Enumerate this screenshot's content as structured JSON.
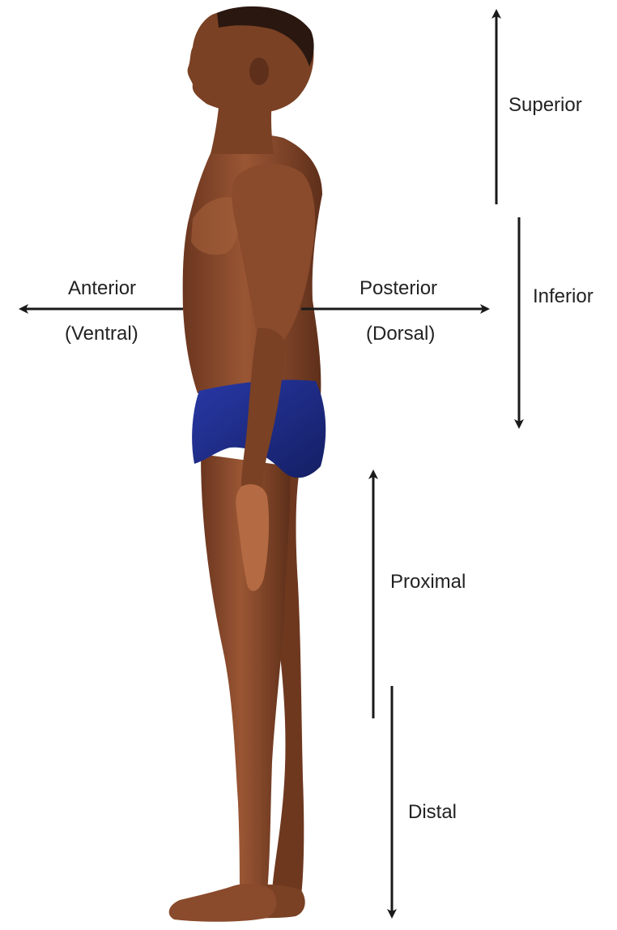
{
  "labels": {
    "superior": "Superior",
    "inferior": "Inferior",
    "anterior": "Anterior",
    "ventral": "(Ventral)",
    "posterior": "Posterior",
    "dorsal": "(Dorsal)",
    "proximal": "Proximal",
    "distal": "Distal"
  },
  "colors": {
    "skin": "#8a4a2c",
    "skin_shadow": "#5e2f1a",
    "skin_highlight": "#b46a42",
    "briefs": "#1e2d8c",
    "briefs_shadow": "#141f63",
    "arrow": "#1a1a1a",
    "text": "#222222",
    "background": "#ffffff"
  }
}
